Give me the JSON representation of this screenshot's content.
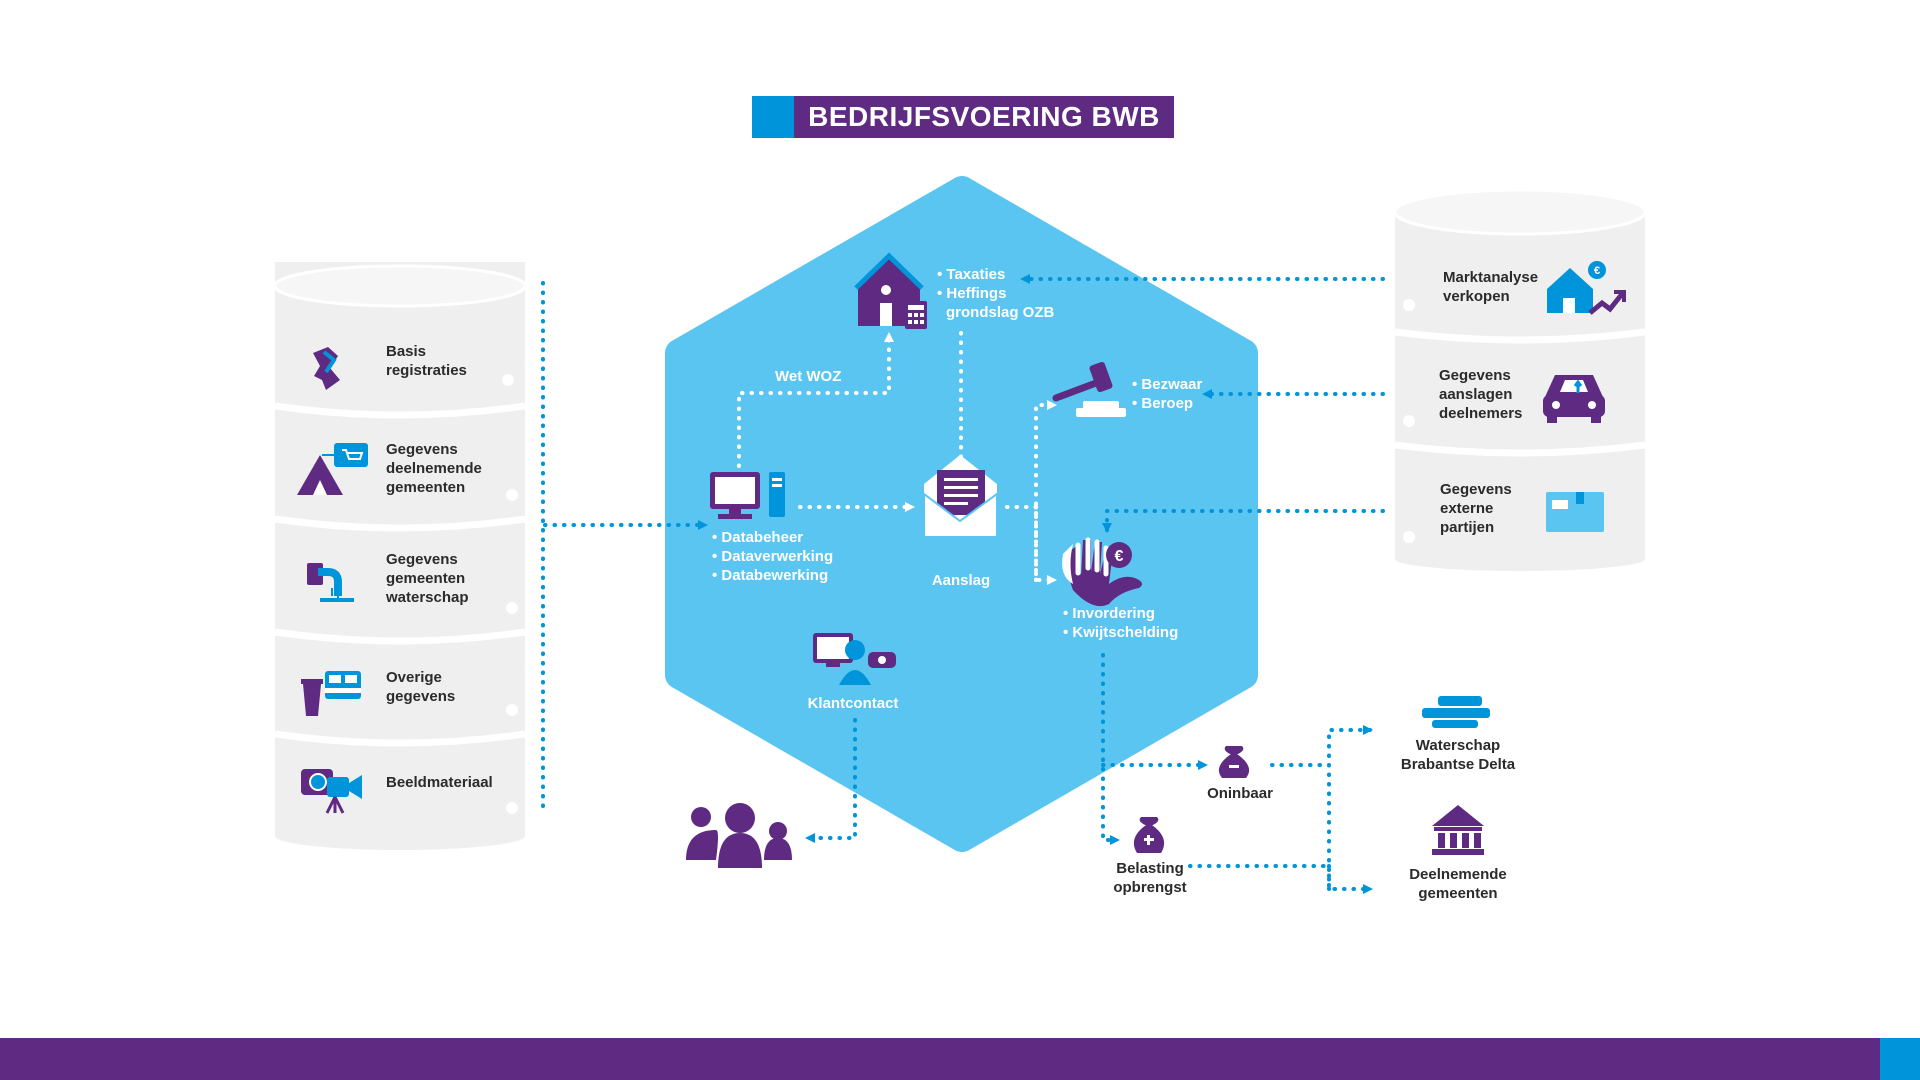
{
  "title": "BEDRIJFSVOERING BWB",
  "colors": {
    "purple": "#5f2a82",
    "blue": "#0095da",
    "hexagon": "#5bc5f2",
    "cylinder": "#efefef",
    "text": "#2b2b2b"
  },
  "left_sources": [
    {
      "lines": [
        "Basis",
        "registraties"
      ],
      "icon": "province-map-icon"
    },
    {
      "lines": [
        "Gegevens",
        "deelnemende",
        "gemeenten"
      ],
      "icon": "tent-shop-icon"
    },
    {
      "lines": [
        "Gegevens",
        "gemeenten",
        "waterschap"
      ],
      "icon": "water-tap-icon"
    },
    {
      "lines": [
        "Overige",
        "gegevens"
      ],
      "icon": "bin-bed-icon"
    },
    {
      "lines": [
        "Beeldmateriaal"
      ],
      "icon": "camera-video-icon"
    }
  ],
  "right_sources": [
    {
      "lines": [
        "Marktanalyse",
        "verkopen"
      ],
      "icon": "house-euro-chart-icon"
    },
    {
      "lines": [
        "Gegevens",
        "aanslagen",
        "deelnemers"
      ],
      "icon": "car-icon"
    },
    {
      "lines": [
        "Gegevens",
        "externe",
        "partijen"
      ],
      "icon": "package-icon"
    }
  ],
  "center": {
    "taxaties": [
      "• Taxaties",
      "• Heffings",
      "grondslag OZB"
    ],
    "wet_woz": "Wet WOZ",
    "data": [
      "• Databeheer",
      "• Dataverwerking",
      "• Databewerking"
    ],
    "aanslag": "Aanslag",
    "bezwaar": [
      "• Bezwaar",
      "• Beroep"
    ],
    "invordering": [
      "• Invordering",
      "• Kwijtschelding"
    ],
    "klantcontact": "Klantcontact"
  },
  "outcomes": {
    "oninbaar": "Oninbaar",
    "belasting": [
      "Belasting",
      "opbrengst"
    ],
    "waterschap": [
      "Waterschap",
      "Brabantse Delta"
    ],
    "gemeenten": [
      "Deelnemende",
      "gemeenten"
    ]
  }
}
